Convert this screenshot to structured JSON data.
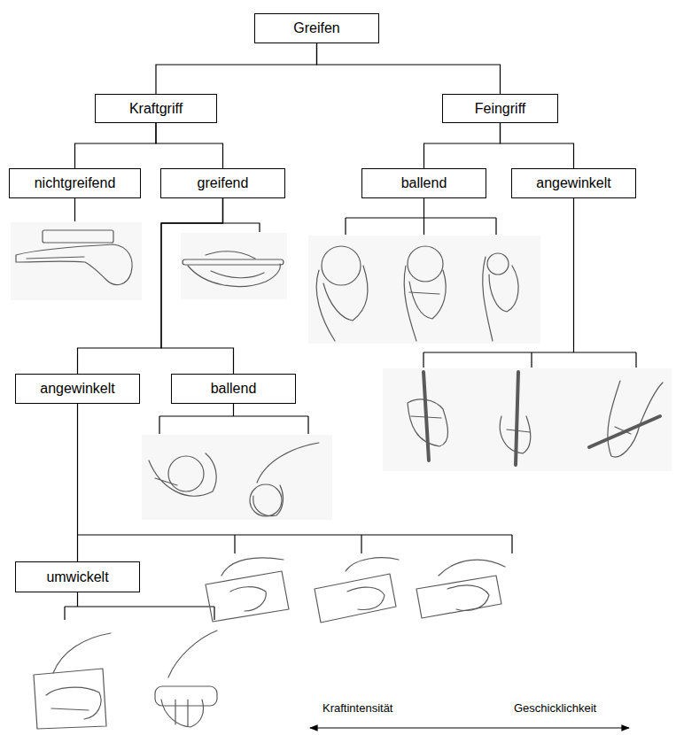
{
  "diagram": {
    "nodes": [
      {
        "text": [
          "Greifen"
        ]
      },
      {
        "text": [
          "Kraftgriff"
        ]
      },
      {
        "text": [
          "Feingriff"
        ]
      },
      {
        "text": [
          "nichtgreifend"
        ]
      },
      {
        "text": [
          "greifend"
        ]
      },
      {
        "text": [
          "ballend"
        ]
      },
      {
        "text": [
          "angewinkelt"
        ]
      },
      {
        "text": [
          "angewinkelt"
        ]
      },
      {
        "text": [
          "ballend"
        ]
      },
      {
        "text": [
          "umwickelt"
        ]
      }
    ],
    "edges": [
      {
        "from": 0,
        "to": 1,
        "arrow": "none"
      },
      {
        "from": 0,
        "to": 2,
        "arrow": "none"
      },
      {
        "from": 1,
        "to": 3,
        "arrow": "none"
      },
      {
        "from": 1,
        "to": 4,
        "arrow": "none"
      },
      {
        "from": 2,
        "to": 5,
        "arrow": "none"
      },
      {
        "from": 2,
        "to": 6,
        "arrow": "none"
      },
      {
        "from": 4,
        "to": 7,
        "arrow": "none"
      },
      {
        "from": 4,
        "to": 8,
        "arrow": "none"
      },
      {
        "from": 7,
        "to": 9,
        "arrow": "none"
      }
    ],
    "labels": [
      "Kraftintensität",
      "Geschicklichkeit"
    ]
  }
}
